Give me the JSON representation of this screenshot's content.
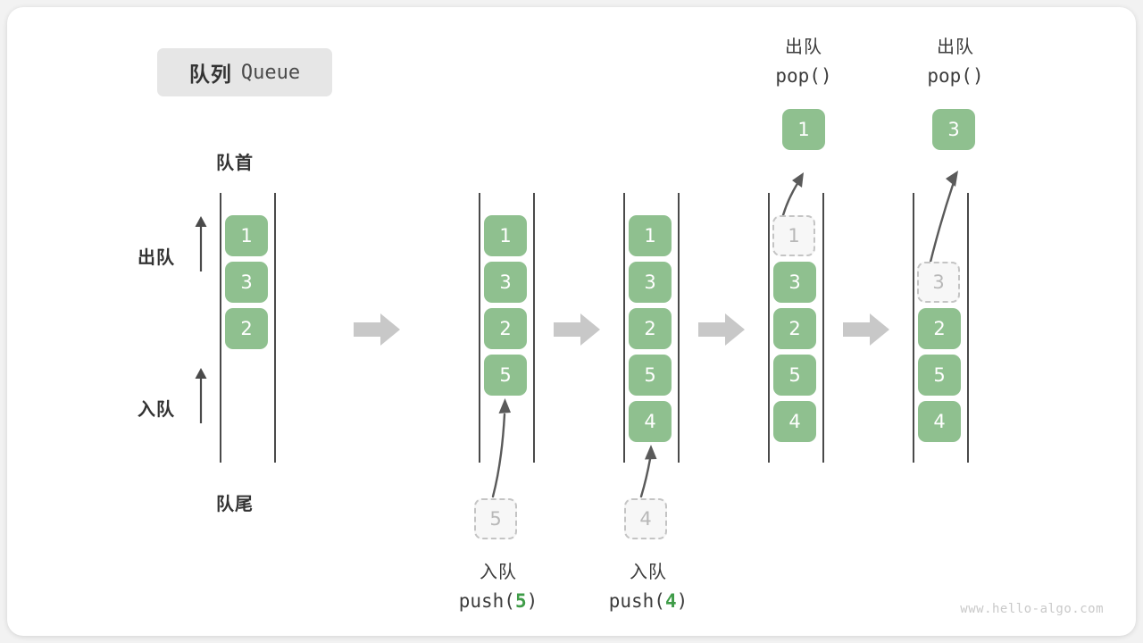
{
  "title": {
    "cn": "队列",
    "en": "Queue"
  },
  "labels": {
    "head": "队首",
    "tail": "队尾",
    "dequeue": "出队",
    "enqueue": "入队"
  },
  "watermark": "www.hello-algo.com",
  "colors": {
    "cell_fill": "#8fc08f",
    "cell_text": "#ffffff",
    "ghost_fill": "#f7f7f7",
    "ghost_border": "#c4c4c4",
    "ghost_text": "#b8b8b8",
    "rail": "#4a4a4a",
    "flow_arrow": "#c8c8c8",
    "accent_green": "#3f9c48",
    "text_dark": "#333333",
    "badge_bg": "#e6e6e6",
    "card_bg": "#ffffff",
    "page_bg": "#f2f2f2"
  },
  "steps": [
    {
      "id": "initial",
      "caption_top": null,
      "caption_bottom": null,
      "items": [
        "1",
        "3",
        "2"
      ],
      "ghost_in_rail": null,
      "ghost_below": null,
      "popped": null
    },
    {
      "id": "push-5",
      "caption_top": null,
      "caption_bottom": {
        "cn": "入队",
        "fn": "push(",
        "arg": "5",
        "fn_close": ")"
      },
      "items": [
        "1",
        "3",
        "2",
        "5"
      ],
      "ghost_in_rail": null,
      "ghost_below": "5",
      "popped": null
    },
    {
      "id": "push-4",
      "caption_top": null,
      "caption_bottom": {
        "cn": "入队",
        "fn": "push(",
        "arg": "4",
        "fn_close": ")"
      },
      "items": [
        "1",
        "3",
        "2",
        "5",
        "4"
      ],
      "ghost_in_rail": null,
      "ghost_below": "4",
      "popped": null
    },
    {
      "id": "pop-1",
      "caption_top": {
        "cn": "出队",
        "fn": "pop(",
        "arg": "",
        "fn_close": ")"
      },
      "caption_bottom": null,
      "items": [
        "3",
        "2",
        "5",
        "4"
      ],
      "ghost_in_rail": {
        "value": "1",
        "slot": 0
      },
      "ghost_below": null,
      "popped": "1"
    },
    {
      "id": "pop-3",
      "caption_top": {
        "cn": "出队",
        "fn": "pop(",
        "arg": "",
        "fn_close": ")"
      },
      "caption_bottom": null,
      "items": [
        "2",
        "5",
        "4"
      ],
      "ghost_in_rail": {
        "value": "3",
        "slot": 1
      },
      "ghost_below": null,
      "popped": "3"
    }
  ],
  "flow_arrows": [
    {
      "name": "flow-arrow-1"
    },
    {
      "name": "flow-arrow-2"
    },
    {
      "name": "flow-arrow-3"
    },
    {
      "name": "flow-arrow-4"
    }
  ]
}
